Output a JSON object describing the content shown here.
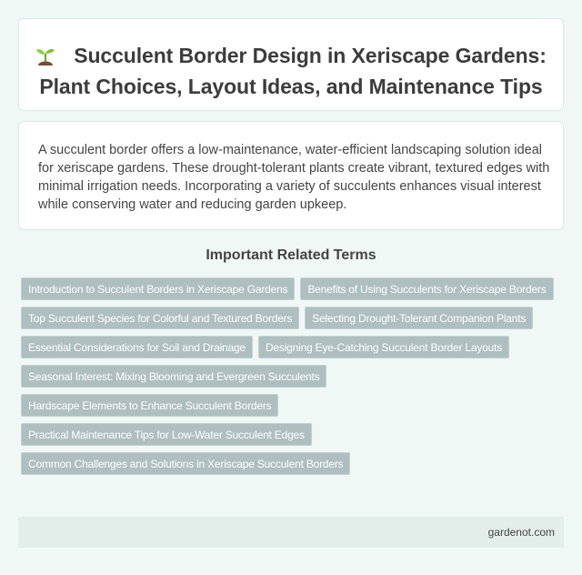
{
  "header": {
    "icon": "sprout-icon",
    "title": "Succulent Border Design in Xeriscape Gardens: Plant Choices, Layout Ideas, and Maintenance Tips"
  },
  "intro": {
    "text": "A succulent border offers a low-maintenance, water-efficient landscaping solution ideal for xeriscape gardens. These drought-tolerant plants create vibrant, textured edges with minimal irrigation needs. Incorporating a variety of succulents enhances visual interest while conserving water and reducing garden upkeep."
  },
  "related": {
    "heading": "Important Related Terms",
    "terms": [
      "Introduction to Succulent Borders in Xeriscape Gardens",
      "Benefits of Using Succulents for Xeriscape Borders",
      "Top Succulent Species for Colorful and Textured Borders",
      "Selecting Drought-Tolerant Companion Plants",
      "Essential Considerations for Soil and Drainage",
      "Designing Eye-Catching Succulent Border Layouts",
      "Seasonal Interest: Mixing Blooming and Evergreen Succulents",
      "Hardscape Elements to Enhance Succulent Borders",
      "Practical Maintenance Tips for Low-Water Succulent Edges",
      "Common Challenges and Solutions in Xeriscape Succulent Borders"
    ]
  },
  "footer": {
    "site": "gardenot.com"
  },
  "colors": {
    "background": "#eff8f5",
    "term_chip": "#afbfbf",
    "footer_bg": "#e3ede9"
  }
}
